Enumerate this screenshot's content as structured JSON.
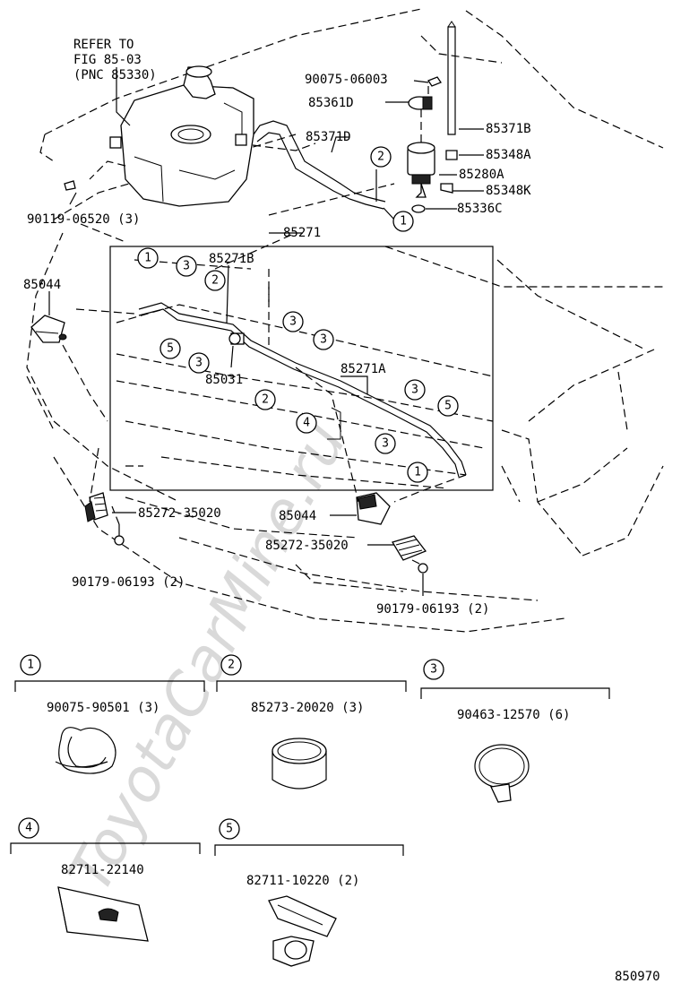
{
  "figure_number": "850970",
  "watermark": "ToyotaCarMine.ru",
  "refer_note": [
    "REFER TO",
    "FIG 85-03",
    "(PNC 85330)"
  ],
  "callouts": {
    "c1": "90075-06003",
    "c2": "85361D",
    "c3": "85371B",
    "c4": "85371D",
    "c5": "85348A",
    "c6": "85280A",
    "c7": "85348K",
    "c8": "85336C",
    "c9": "90119-06520 (3)",
    "c10": "85271",
    "c11": "85271B",
    "c12": "85044",
    "c13": "85031",
    "c14": "85271A",
    "c15": "85272-35020",
    "c16": "85044",
    "c17": "85272-35020",
    "c18": "90179-06193 (2)",
    "c19": "90179-06193 (2)"
  },
  "ref_numbers": [
    "1",
    "2",
    "3",
    "4",
    "5"
  ],
  "detail_parts": [
    {
      "key": "1",
      "part": "90075-90501 (3)"
    },
    {
      "key": "2",
      "part": "85273-20020 (3)"
    },
    {
      "key": "3",
      "part": "90463-12570 (6)"
    },
    {
      "key": "4",
      "part": "82711-22140"
    },
    {
      "key": "5",
      "part": "82711-10220 (2)"
    }
  ]
}
